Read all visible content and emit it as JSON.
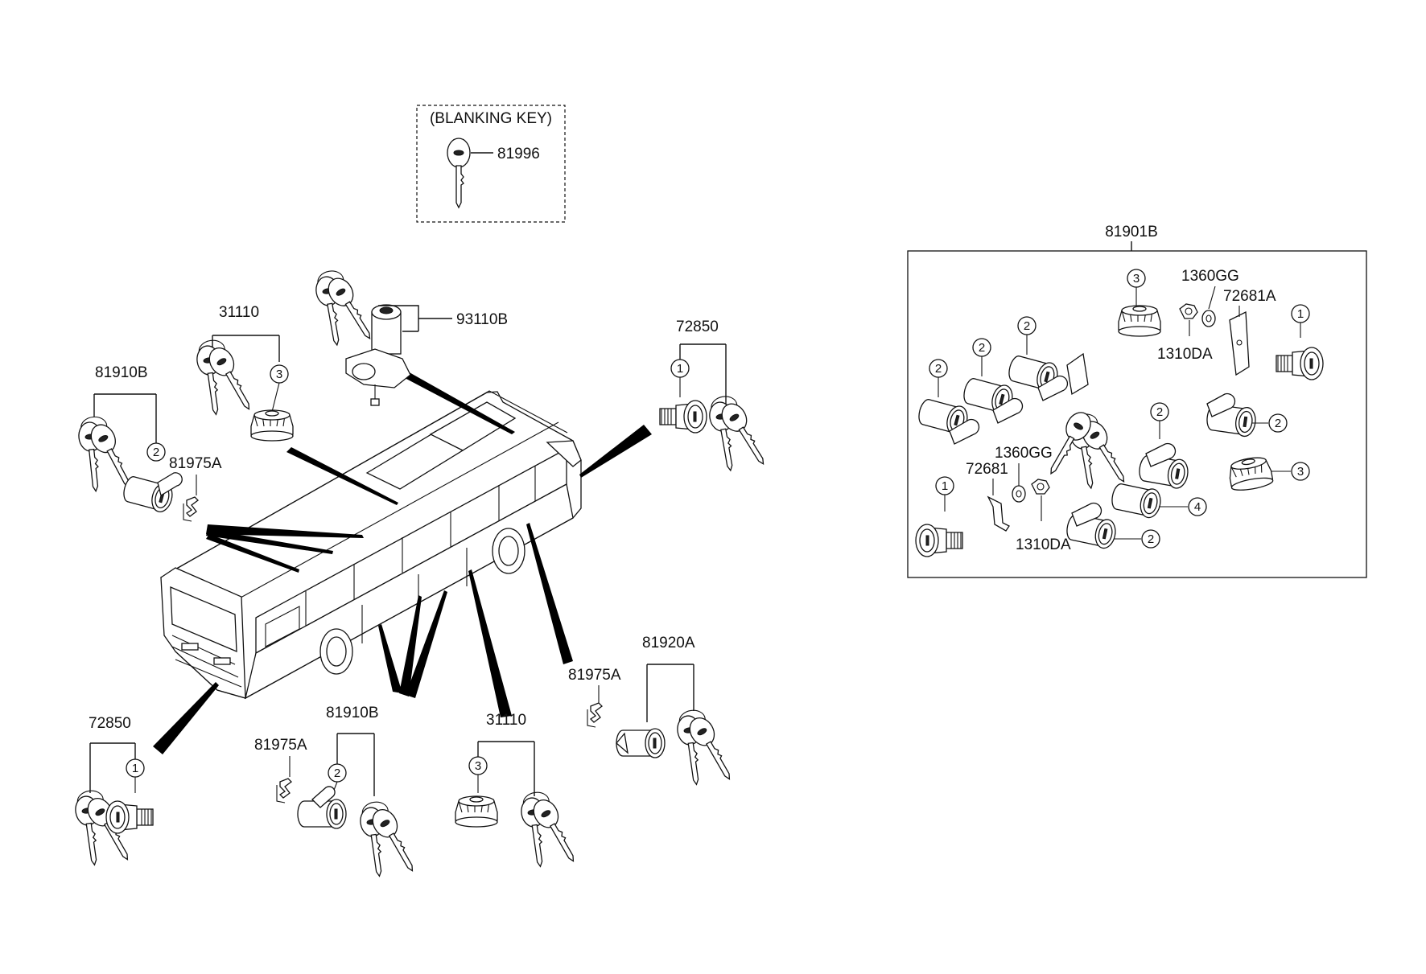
{
  "blanking_key": {
    "title": "(BLANKING KEY)",
    "part_no": "81996"
  },
  "main_diagram": {
    "labels": {
      "top_center_lock": "93110B",
      "fuel_cap_top": "31110",
      "side_lock_upper_left": "81910B",
      "clip_upper_left": "81975A",
      "front_lock_right": "72850",
      "front_lock_bottom_left": "72850",
      "side_lock_bottom": "81910B",
      "clip_bottom": "81975A",
      "fuel_cap_bottom": "31110",
      "clip_right": "81975A",
      "lock_set_right": "81920A"
    },
    "circle_numbers": {
      "fuel_cap_top": "3",
      "side_lock_upper_left": "2",
      "front_lock_right": "1",
      "front_lock_bottom_left": "1",
      "side_lock_bottom": "2",
      "fuel_cap_bottom": "3"
    }
  },
  "kit_box": {
    "title": "81901B",
    "labels": {
      "bolt_top": "1360GG",
      "nut_top": "1310DA",
      "plate_top": "72681A",
      "bolt_mid": "1360GG",
      "plate_mid": "72681",
      "nut_mid": "1310DA"
    },
    "circle_numbers": {
      "cap_top": "3",
      "lock_a": "2",
      "lock_b": "2",
      "lock_c": "2",
      "lock_top_right": "1",
      "lock_bottom_left": "1",
      "lock_mid": "2",
      "lock_right": "2",
      "cap_right": "3",
      "lock_four": "4",
      "lock_bottom": "2"
    }
  }
}
